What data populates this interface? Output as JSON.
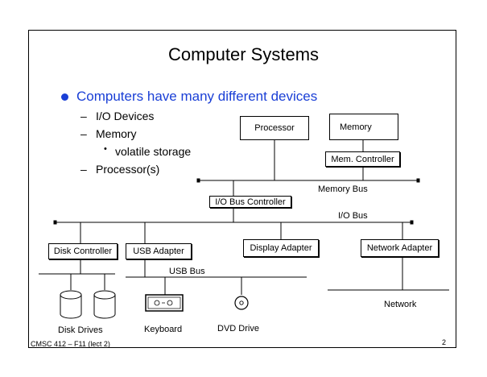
{
  "slide": {
    "title": "Computer Systems",
    "bullet": "Computers have many different devices",
    "sub1": "I/O Devices",
    "sub2": "Memory",
    "sub2a": "volatile storage",
    "sub3": "Processor(s)",
    "sub_dash": "–",
    "sub_bullet": "•"
  },
  "diagram": {
    "processor": "Processor",
    "memory": "Memory",
    "mem_controller": "Mem. Controller",
    "memory_bus": "Memory Bus",
    "io_bus_controller": "I/O Bus Controller",
    "io_bus": "I/O Bus",
    "disk_controller": "Disk Controller",
    "usb_adapter": "USB Adapter",
    "display_adapter": "Display Adapter",
    "network_adapter": "Network Adapter",
    "usb_bus": "USB Bus",
    "disk_drives": "Disk Drives",
    "keyboard": "Keyboard",
    "dvd_drive": "DVD Drive",
    "network": "Network"
  },
  "footer": {
    "course": "CMSC 412 – F11 (lect 2)",
    "page": "2"
  },
  "colors": {
    "accent": "#1a3fd6"
  }
}
